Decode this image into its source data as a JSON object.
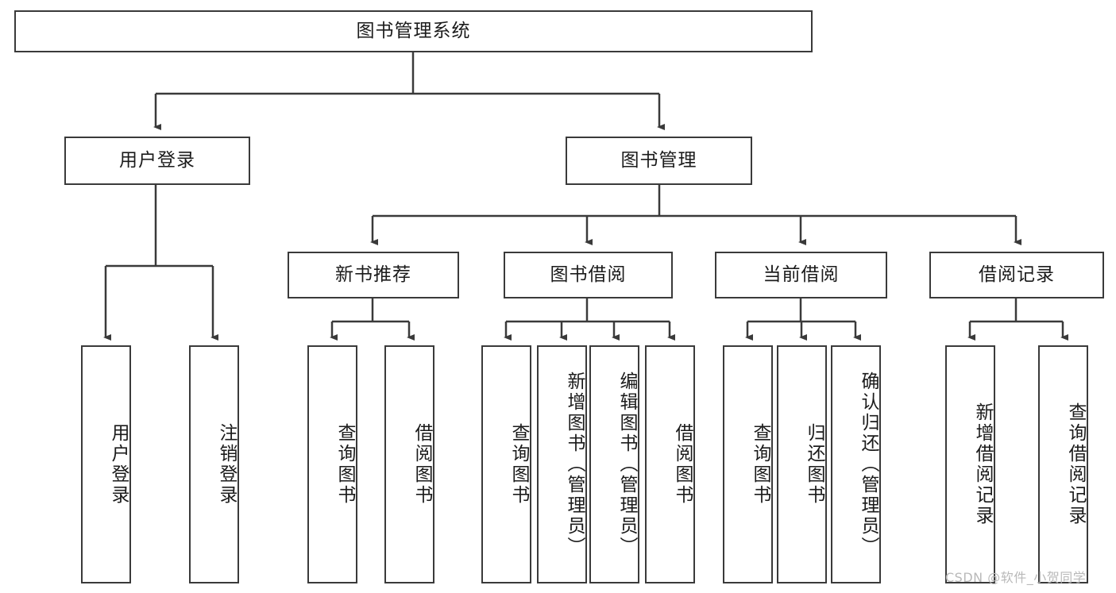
{
  "diagram": {
    "type": "tree",
    "title": "图书管理系统",
    "root": {
      "label": "图书管理系统"
    },
    "level2": [
      {
        "label": "用户登录"
      },
      {
        "label": "图书管理"
      }
    ],
    "level3": [
      {
        "label": "新书推荐"
      },
      {
        "label": "图书借阅"
      },
      {
        "label": "当前借阅"
      },
      {
        "label": "借阅记录"
      }
    ],
    "leaves": {
      "user_login": [
        {
          "label": "用户登录"
        },
        {
          "label": "注销登录"
        }
      ],
      "new_book_recommend": [
        {
          "label": "查询图书"
        },
        {
          "label": "借阅图书"
        }
      ],
      "book_borrow": [
        {
          "label": "查询图书"
        },
        {
          "label": "新增图书（管理员）"
        },
        {
          "label": "编辑图书（管理员）"
        },
        {
          "label": "借阅图书"
        }
      ],
      "current_borrow": [
        {
          "label": "查询图书"
        },
        {
          "label": "归还图书"
        },
        {
          "label": "确认归还（管理员）"
        }
      ],
      "borrow_record": [
        {
          "label": "新增借阅记录"
        },
        {
          "label": "查询借阅记录"
        }
      ]
    }
  },
  "watermark": {
    "text": "CSDN @软件_小贺同学"
  },
  "colors": {
    "stroke": "#3a3a3a",
    "background": "#ffffff",
    "text": "#1b1b1b",
    "watermark": "#b9b9b9"
  }
}
